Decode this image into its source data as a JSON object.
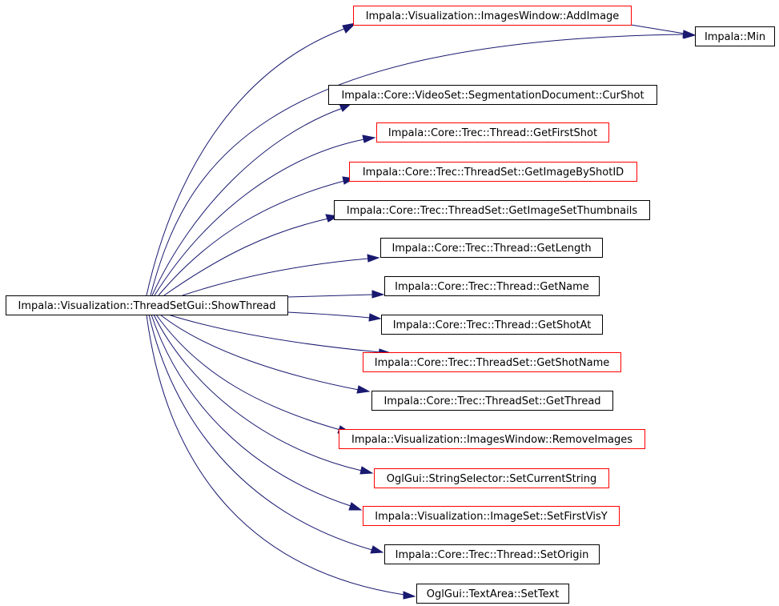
{
  "colors": {
    "edge": "#191970",
    "root_fill": "#bfbfbf",
    "border_documented": "#000000",
    "border_linked": "#ff0000",
    "background": "#ffffff"
  },
  "root": {
    "label": "Impala::Visualization::ThreadSetGui::ShowThread"
  },
  "nodes": [
    {
      "id": "add-image",
      "label": "Impala::Visualization::ImagesWindow::AddImage",
      "border": "red"
    },
    {
      "id": "min",
      "label": "Impala::Min",
      "border": "black"
    },
    {
      "id": "cur-shot",
      "label": "Impala::Core::VideoSet::SegmentationDocument::CurShot",
      "border": "black"
    },
    {
      "id": "get-first-shot",
      "label": "Impala::Core::Trec::Thread::GetFirstShot",
      "border": "red"
    },
    {
      "id": "get-image-by-shot-id",
      "label": "Impala::Core::Trec::ThreadSet::GetImageByShotID",
      "border": "red"
    },
    {
      "id": "get-image-set-thumbnails",
      "label": "Impala::Core::Trec::ThreadSet::GetImageSetThumbnails",
      "border": "black"
    },
    {
      "id": "get-length",
      "label": "Impala::Core::Trec::Thread::GetLength",
      "border": "black"
    },
    {
      "id": "get-name",
      "label": "Impala::Core::Trec::Thread::GetName",
      "border": "black"
    },
    {
      "id": "get-shot-at",
      "label": "Impala::Core::Trec::Thread::GetShotAt",
      "border": "black"
    },
    {
      "id": "get-shot-name",
      "label": "Impala::Core::Trec::ThreadSet::GetShotName",
      "border": "red"
    },
    {
      "id": "get-thread",
      "label": "Impala::Core::Trec::ThreadSet::GetThread",
      "border": "black"
    },
    {
      "id": "remove-images",
      "label": "Impala::Visualization::ImagesWindow::RemoveImages",
      "border": "red"
    },
    {
      "id": "set-current-string",
      "label": "OglGui::StringSelector::SetCurrentString",
      "border": "red"
    },
    {
      "id": "set-first-vis-y",
      "label": "Impala::Visualization::ImageSet::SetFirstVisY",
      "border": "red"
    },
    {
      "id": "set-origin",
      "label": "Impala::Core::Trec::Thread::SetOrigin",
      "border": "black"
    },
    {
      "id": "set-text",
      "label": "OglGui::TextArea::SetText",
      "border": "black"
    }
  ],
  "edges": [
    {
      "from": "root",
      "to": "add-image"
    },
    {
      "from": "root",
      "to": "min"
    },
    {
      "from": "add-image",
      "to": "min"
    },
    {
      "from": "root",
      "to": "cur-shot"
    },
    {
      "from": "root",
      "to": "get-first-shot"
    },
    {
      "from": "root",
      "to": "get-image-by-shot-id"
    },
    {
      "from": "root",
      "to": "get-image-set-thumbnails"
    },
    {
      "from": "root",
      "to": "get-length"
    },
    {
      "from": "root",
      "to": "get-name"
    },
    {
      "from": "root",
      "to": "get-shot-at"
    },
    {
      "from": "root",
      "to": "get-shot-name"
    },
    {
      "from": "root",
      "to": "get-thread"
    },
    {
      "from": "root",
      "to": "remove-images"
    },
    {
      "from": "root",
      "to": "set-current-string"
    },
    {
      "from": "root",
      "to": "set-first-vis-y"
    },
    {
      "from": "root",
      "to": "set-origin"
    },
    {
      "from": "root",
      "to": "set-text"
    }
  ]
}
